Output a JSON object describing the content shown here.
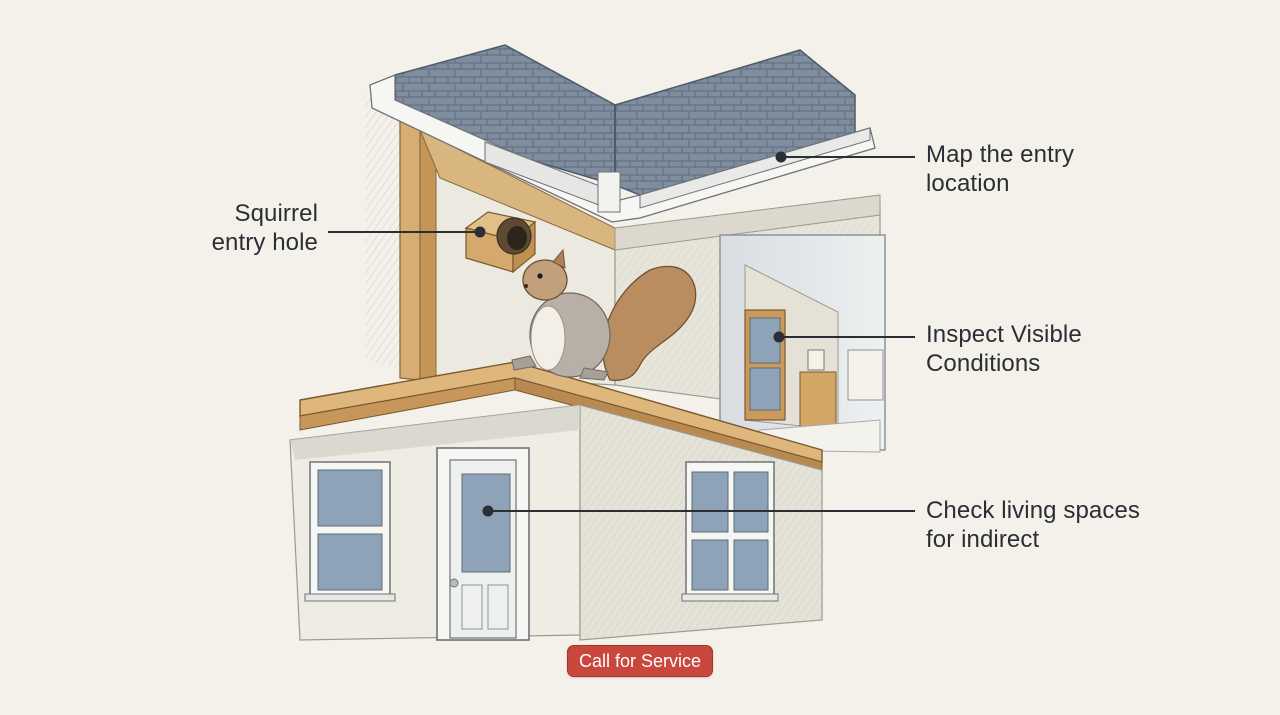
{
  "callouts": {
    "squirrel_entry": {
      "line1": "Squirrel",
      "line2": "entry hole"
    },
    "map_entry": {
      "line1": "Map the entry",
      "line2": "location"
    },
    "inspect_visible": {
      "line1": "Inspect Visible",
      "line2": "Conditions"
    },
    "check_living": {
      "line1": "Check living spaces",
      "line2": "for indirect"
    }
  },
  "cta": {
    "label": "Call for Service"
  },
  "colors": {
    "background": "#f3f1ea",
    "roof": "#7d8c9e",
    "wood": "#d8b27a",
    "wall": "#eeebe2",
    "glass": "#8ea3b8",
    "button": "#c9473d",
    "leader_line": "#2b2e33"
  }
}
